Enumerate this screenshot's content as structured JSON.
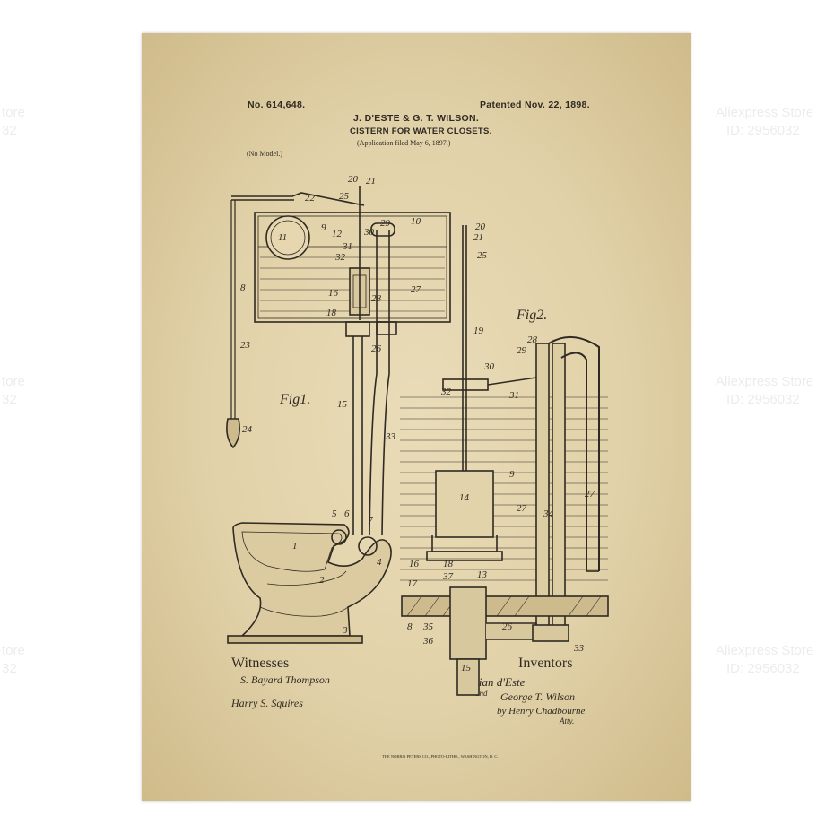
{
  "patent": {
    "number": "No. 614,648.",
    "patented": "Patented Nov. 22, 1898.",
    "inventors_names": "J. D'ESTE & G. T. WILSON.",
    "title": "CISTERN FOR WATER CLOSETS.",
    "application": "(Application filed May 6, 1897.)",
    "model": "(No Model.)",
    "fig1": "Fig1.",
    "fig2": "Fig2.",
    "witnesses_heading": "Witnesses",
    "witness_1": "S. Bayard Thompson",
    "witness_2": "Harry S. Squires",
    "inventors_heading": "Inventors",
    "inventor_1": "Julian d'Este",
    "and": "and",
    "inventor_2": "George T. Wilson",
    "attorney": "by Henry Chadbourne",
    "atty": "Atty.",
    "footer": "THE NORRIS PETERS CO., PHOTO-LITHO., WASHINGTON, D. C."
  },
  "watermarks": [
    {
      "line1": "Aliexpress Store",
      "line2": "ID: 2956032"
    },
    {
      "line1": "Aliexpress Store",
      "line2": "ID: 2956032"
    },
    {
      "line1": "Aliexpress Store",
      "line2": "ID: 2956032"
    },
    {
      "line1": "tore",
      "line2": "32"
    },
    {
      "line1": "tore",
      "line2": "32"
    },
    {
      "line1": "tore",
      "line2": "32"
    }
  ],
  "fig1_labels": [
    "22",
    "20",
    "21",
    "25",
    "9",
    "12",
    "29",
    "10",
    "11",
    "31",
    "30",
    "32",
    "27",
    "8",
    "16",
    "28",
    "18",
    "26",
    "23",
    "15",
    "33",
    "24",
    "5",
    "6",
    "7",
    "1",
    "2",
    "4",
    "3"
  ],
  "fig2_labels": [
    "20",
    "21",
    "25",
    "19",
    "28",
    "29",
    "30",
    "32",
    "31",
    "14",
    "9",
    "27",
    "34",
    "27",
    "16",
    "18",
    "37",
    "13",
    "17",
    "8",
    "35",
    "36",
    "15",
    "26",
    "33"
  ],
  "colors": {
    "paper": "#e4d5ad",
    "ink": "#2f2a22",
    "background": "#ffffff"
  }
}
